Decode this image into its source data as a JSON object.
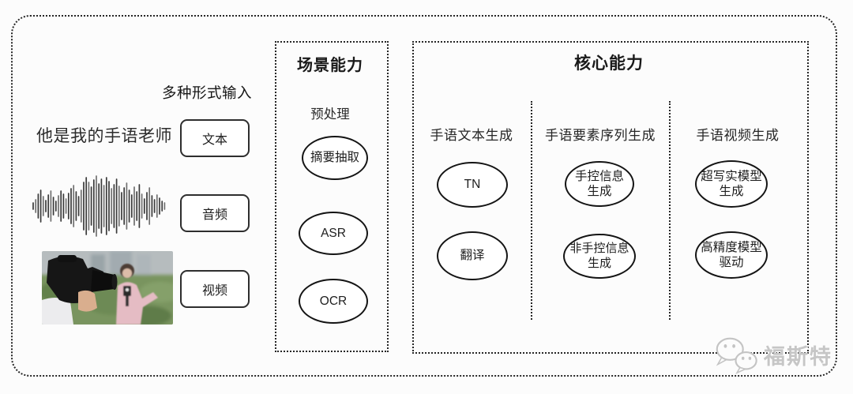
{
  "input_section": {
    "label": "多种形式输入",
    "text_example": "他是我的手语老师",
    "items": [
      {
        "label": "文本"
      },
      {
        "label": "音频"
      },
      {
        "label": "视频"
      }
    ],
    "media": {
      "waveform_icon": "audio-waveform-icon",
      "video_icon": "reporter-interview-photo"
    }
  },
  "scene_box": {
    "title": "场景能力",
    "subtitle": "预处理",
    "nodes": [
      "摘要抽取",
      "ASR",
      "OCR"
    ]
  },
  "core_box": {
    "title": "核心能力",
    "columns": [
      {
        "label": "手语文本生成",
        "nodes": [
          "TN",
          "翻译"
        ]
      },
      {
        "label": "手语要素序列生成",
        "nodes": [
          "手控信息\n生成",
          "非手控信息\n生成"
        ]
      },
      {
        "label": "手语视频生成",
        "nodes": [
          "超写实模型\n生成",
          "高精度模型\n驱动"
        ]
      }
    ]
  },
  "watermark": {
    "text": "福斯特",
    "icon": "wechat-icon"
  },
  "colors": {
    "border": "#262626",
    "text": "#222222",
    "background": "#fcfcfc",
    "watermark": "#c6c6c6"
  }
}
